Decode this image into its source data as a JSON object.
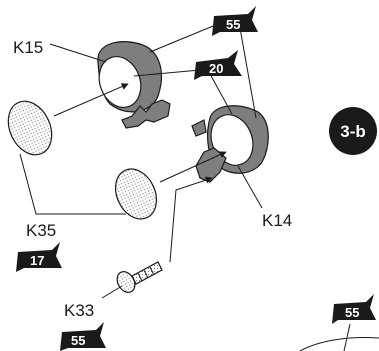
{
  "step_badge": "3-b",
  "labels": {
    "k15": "K15",
    "k14": "K14",
    "k35": "K35",
    "k33": "K33"
  },
  "stars": {
    "top": "55",
    "middle": "20",
    "k35": "17",
    "k33": "55",
    "bottom_right": "55"
  },
  "colors": {
    "ink": "#1a1a1a",
    "part_shading": "#9a9a9a",
    "lens_fill": "#f2f2f2"
  }
}
